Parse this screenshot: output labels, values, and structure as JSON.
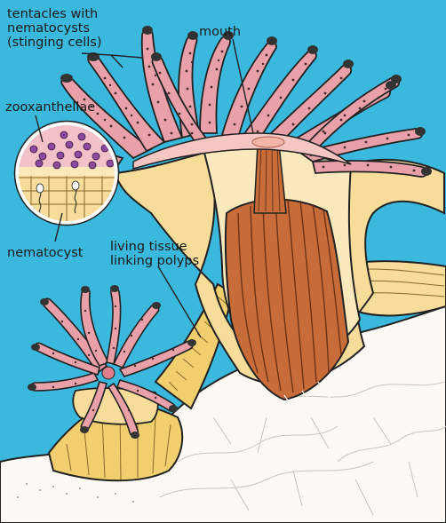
{
  "labels": {
    "tentacles": "tentacles with\nnematocysts\n(stinging cells)",
    "mouth": "mouth",
    "zooxanthellae": "zooxanthellae",
    "nematocyst": "nematocyst",
    "living_tissue": "living tissue\nlinking polyps"
  },
  "colors": {
    "water": "#3bb8dd",
    "tentacle_pink": "#e9a0a8",
    "tentacle_dots": "#4a2a2e",
    "oral_disc": "#f6c6c2",
    "tissue_tan": "#f7dc9a",
    "tissue_yellow": "#f1cf6e",
    "gut_brown": "#c86d3a",
    "gut_lines": "#6b3418",
    "skeleton_white": "#fdfaf6",
    "outline": "#222222",
    "zoox_purple": "#8b4aa0"
  }
}
